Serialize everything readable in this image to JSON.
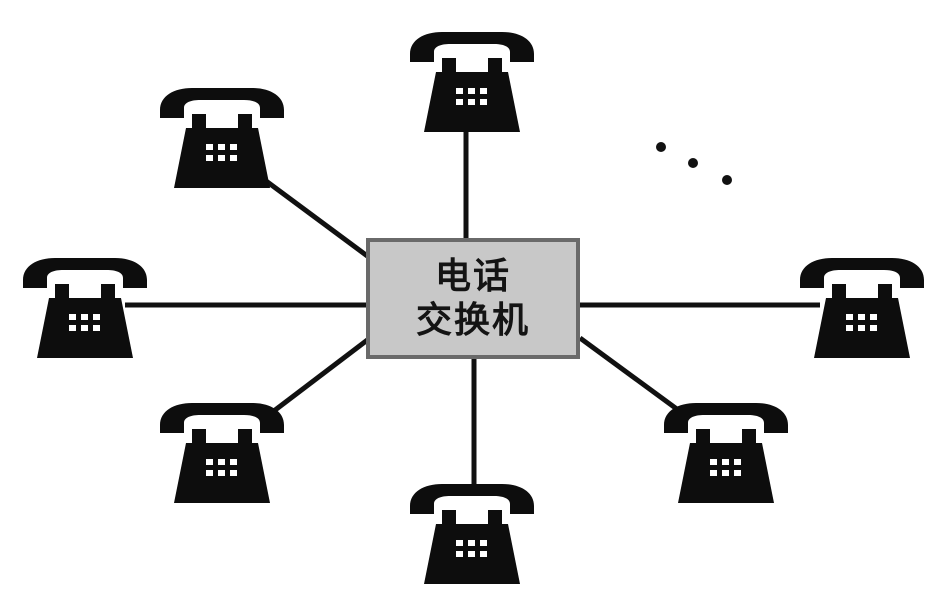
{
  "switch": {
    "line1": "电话",
    "line2": "交换机"
  },
  "phones": [
    {
      "id": "top",
      "icon": "telephone-icon"
    },
    {
      "id": "upper-left",
      "icon": "telephone-icon"
    },
    {
      "id": "left",
      "icon": "telephone-icon"
    },
    {
      "id": "right",
      "icon": "telephone-icon"
    },
    {
      "id": "lower-left",
      "icon": "telephone-icon"
    },
    {
      "id": "bottom",
      "icon": "telephone-icon"
    },
    {
      "id": "lower-right",
      "icon": "telephone-icon"
    }
  ],
  "ellipsis_icon": "ellipsis-icon",
  "colors": {
    "line": "#111111",
    "phone": "#0d0d0d",
    "switch_fill": "#c8c8c8",
    "switch_border": "#6a6a6a"
  }
}
